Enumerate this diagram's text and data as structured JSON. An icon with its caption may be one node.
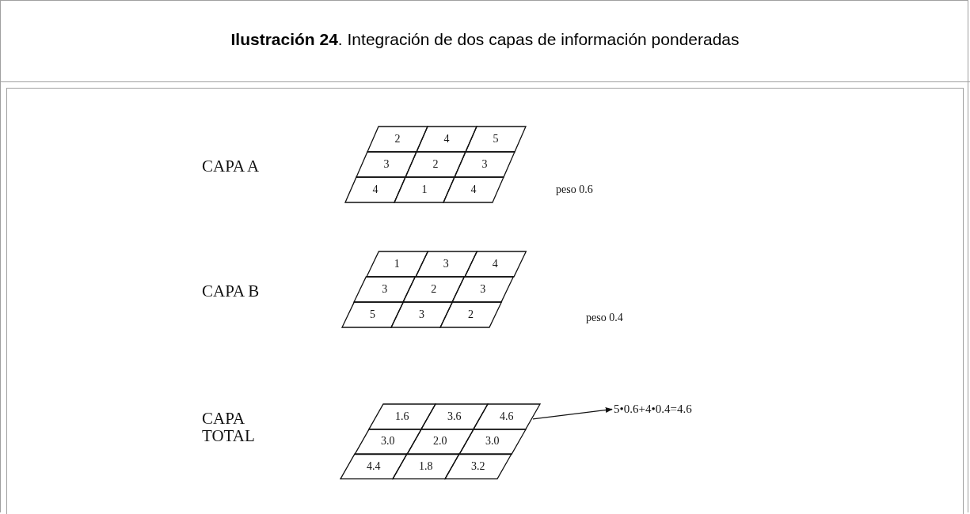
{
  "diagram": {
    "title": "**Ilustración 24**. Integración de dos capas de información ponderadas",
    "nodes": [
      {
        "text": [
          "2"
        ]
      },
      {
        "text": [
          "4"
        ]
      },
      {
        "text": [
          "5"
        ]
      },
      {
        "text": [
          "3"
        ]
      },
      {
        "text": [
          "2"
        ]
      },
      {
        "text": [
          "3"
        ]
      },
      {
        "text": [
          "4"
        ]
      },
      {
        "text": [
          "1"
        ]
      },
      {
        "text": [
          "4"
        ]
      },
      {
        "text": [
          "1"
        ]
      },
      {
        "text": [
          "3"
        ]
      },
      {
        "text": [
          "4"
        ]
      },
      {
        "text": [
          "3"
        ]
      },
      {
        "text": [
          "2"
        ]
      },
      {
        "text": [
          "3"
        ]
      },
      {
        "text": [
          "5"
        ]
      },
      {
        "text": [
          "3"
        ]
      },
      {
        "text": [
          "2"
        ]
      },
      {
        "text": [
          "1.6"
        ]
      },
      {
        "text": [
          "3.6"
        ]
      },
      {
        "text": [
          "4.6"
        ]
      },
      {
        "text": [
          "3.0"
        ]
      },
      {
        "text": [
          "2.0"
        ]
      },
      {
        "text": [
          "3.0"
        ]
      },
      {
        "text": [
          "4.4"
        ]
      },
      {
        "text": [
          "1.8"
        ]
      },
      {
        "text": [
          "3.2"
        ]
      },
      {
        "text": [
          "5•0.6+4•0.4=4.6"
        ]
      }
    ],
    "edges": [
      {
        "from": 20,
        "to": 27,
        "arrow": "to"
      }
    ],
    "labels": [
      "CAPA A",
      "peso 0.6",
      "CAPA B",
      "peso 0.4",
      "CAPA TOTAL"
    ]
  }
}
